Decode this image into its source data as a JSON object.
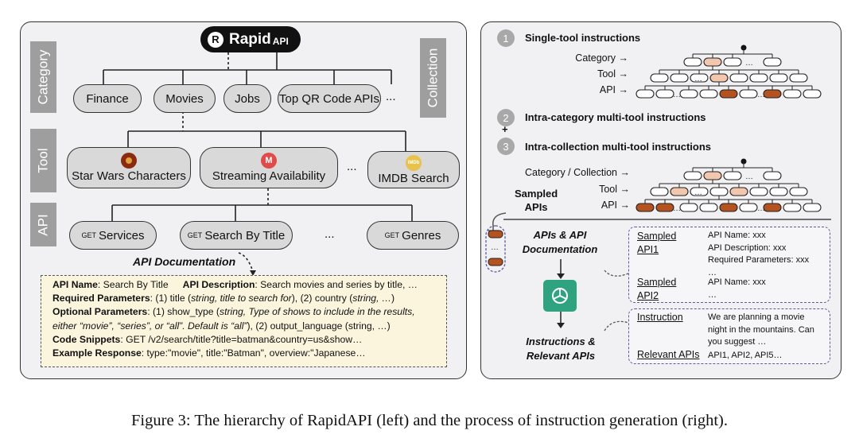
{
  "left": {
    "logo_text": "Rapid",
    "logo_suffix": "API",
    "side_labels": {
      "category": "Category",
      "tool": "Tool",
      "api": "API",
      "collection": "Collection"
    },
    "categories": [
      "Finance",
      "Movies",
      "Jobs"
    ],
    "collection": "Top QR Code APIs",
    "ellipsis": "...",
    "tools": [
      {
        "label": "Star Wars Characters",
        "icon": "star-wars-icon",
        "icon_text": "",
        "color": "#8a2b10"
      },
      {
        "label": "Streaming Availability",
        "icon": "streaming-m-icon",
        "icon_text": "M",
        "color": "#e04a4a"
      },
      {
        "label": "IMDB Search",
        "icon": "imdb-icon",
        "icon_text": "IMDb",
        "color": "#e8c24a"
      }
    ],
    "apis": [
      {
        "method": "GET",
        "label": "Services"
      },
      {
        "method": "GET",
        "label": "Search By Title"
      },
      {
        "method": "GET",
        "label": "Genres"
      }
    ],
    "api_doc_label": "API Documentation",
    "doc": {
      "line1_k1": "API Name",
      "line1_v1": ": Search By Title",
      "line1_k2": "API Description",
      "line1_v2": ": Search movies and series by title, …",
      "line2_k": "Required Parameters",
      "line2_v1": ": (1) title (",
      "line2_i1": "string, title to search for",
      "line2_v2": "), (2) country (",
      "line2_i2": "string, …",
      "line2_v3": ")",
      "line3_k": "Optional Parameters",
      "line3_v1": ": (1) show_type (",
      "line3_i1": "string, Type of shows to include in the results,",
      "line4_i": "either “movie”, “series”, or “all”. Default is “all”",
      "line4_v": "), (2) output_language (string, …)",
      "line5_k": "Code Snippets",
      "line5_v": ": GET /v2/search/title?title=batman&country=us&show…",
      "line6_k": "Example Response",
      "line6_v": ": type:\"movie\", title:\"Batman\", overview:\"Japanese…"
    }
  },
  "right": {
    "steps": [
      {
        "num": "1",
        "label": "Single-tool instructions"
      },
      {
        "num": "2",
        "label": "Intra-category multi-tool instructions"
      },
      {
        "num": "3",
        "label": "Intra-collection multi-tool instructions"
      }
    ],
    "plus": "+",
    "levels1": {
      "category": "Category →",
      "tool": "Tool →",
      "api": "API →"
    },
    "levels3": {
      "category": "Category / Collection →",
      "tool": "Tool →",
      "api": "API →"
    },
    "sampled_apis": "Sampled\nAPIs",
    "apis_doc_label": "APIs & API\nDocumentation",
    "instructions_label": "Instructions &\nRelevant APIs",
    "doc_box": {
      "s1_key": "Sampled\nAPI1",
      "s1_val": "API Name: xxx\nAPI Description: xxx\nRequired Parameters: xxx\n…",
      "s2_key": "Sampled\nAPI2",
      "s2_val": "API Name: xxx\n…"
    },
    "inst_box": {
      "inst_key": "Instruction",
      "inst_val": "We are planning a movie\nnight in the mountains. Can\nyou suggest …",
      "rel_key": "Relevant  APIs",
      "rel_val": "API1, API2, API5…"
    },
    "colors": {
      "highlight_light": "#f2c7ad",
      "highlight_dark": "#b4531f"
    }
  },
  "caption": "Figure 3:   The hierarchy of RapidAPI (left) and the process of instruction generation (right)."
}
